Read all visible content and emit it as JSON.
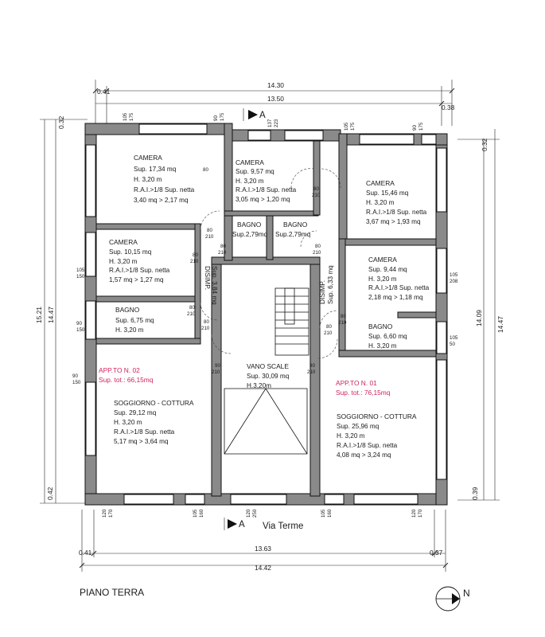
{
  "title": "PIANO TERRA",
  "street": "Via Terme",
  "north_label": "N",
  "section_label": "A",
  "dims": {
    "top_total": "14.30",
    "top_inner": "13.50",
    "top_left": "0.41",
    "top_right": "0.38",
    "bottom_total": "14.42",
    "bottom_inner": "13.63",
    "bottom_left": "0.41",
    "bottom_right": "0.37",
    "left_outer": "15.21",
    "left_inner": "14.47",
    "left_top": "0.32",
    "left_bottom": "0.42",
    "right_outer": "14.47",
    "right_inner": "14.09",
    "right_top": "0.32",
    "right_bottom": "0.39"
  },
  "small_dims": {
    "d105": "105",
    "d175": "175",
    "d90": "90",
    "d137": "137",
    "d223": "223",
    "d80": "80",
    "d210": "210",
    "d150": "150",
    "d120": "120",
    "d170": "170",
    "d160": "160",
    "d250": "250",
    "d208": "208",
    "d50": "50"
  },
  "rooms": {
    "camera1": {
      "name": "CAMERA",
      "l1": "Sup. 17,34 mq",
      "l2": "H. 3,20 m",
      "l3": "R.A.I.>1/8 Sup. netta",
      "l4": "3,40 mq > 2,17 mq"
    },
    "camera2": {
      "name": "CAMERA",
      "l1": "Sup. 9,57 mq",
      "l2": "H. 3,20 m",
      "l3": "R.A.I.>1/8 Sup. netta",
      "l4": "3,05 mq > 1,20 mq"
    },
    "camera3": {
      "name": "CAMERA",
      "l1": "Sup. 15,46 mq",
      "l2": "H. 3,20 m",
      "l3": "R.A.I.>1/8 Sup. netta",
      "l4": "3,67 mq > 1,93 mq"
    },
    "camera4": {
      "name": "CAMERA",
      "l1": "Sup. 10,15 mq",
      "l2": "H. 3,20 m",
      "l3": "R.A.I.>1/8 Sup. netta",
      "l4": "1,57 mq > 1,27 mq"
    },
    "camera5": {
      "name": "CAMERA",
      "l1": "Sup. 9,44 mq",
      "l2": "H. 3,20 m",
      "l3": "R.A.I.>1/8 Sup. netta",
      "l4": "2,18 mq > 1,18 mq"
    },
    "bagno1": {
      "name": "BAGNO",
      "l1": "Sup.2,79mq"
    },
    "bagno2": {
      "name": "BAGNO",
      "l1": "Sup.2,79mq"
    },
    "bagno3": {
      "name": "BAGNO",
      "l1": "Sup. 6,75 mq",
      "l2": "H. 3,20 m"
    },
    "bagno4": {
      "name": "BAGNO",
      "l1": "Sup. 6,60 mq",
      "l2": "H. 3,20 m"
    },
    "disimp1": {
      "name": "DISIMP.",
      "l1": "Sup. 3,84 mq"
    },
    "disimp2": {
      "name": "DISIMP.",
      "l1": "Sup. 6,33 mq"
    },
    "vano": {
      "name": "VANO SCALE",
      "l1": "Sup. 30,09 mq",
      "l2": "H.3,20m"
    },
    "soggiorno1": {
      "name": "SOGGIORNO - COTTURA",
      "l1": "Sup. 29,12 mq",
      "l2": "H. 3,20 m",
      "l3": "R.A.I.>1/8 Sup. netta",
      "l4": "5,17 mq > 3,64 mq"
    },
    "soggiorno2": {
      "name": "SOGGIORNO - COTTURA",
      "l1": "Sup. 25,96 mq",
      "l2": "H. 3,20 m",
      "l3": "R.A.I.>1/8 Sup. netta",
      "l4": "4,08 mq > 3,24 mq"
    }
  },
  "apartments": {
    "apt2": {
      "name": "APP.TO N. 02",
      "sup": "Sup. tot.: 66,15mq"
    },
    "apt1": {
      "name": "APP.TO N. 01",
      "sup": "Sup. tot.: 76,15mq"
    }
  },
  "colors": {
    "apartment_label": "#d0245a",
    "wall_fill": "#8a8a8a"
  }
}
